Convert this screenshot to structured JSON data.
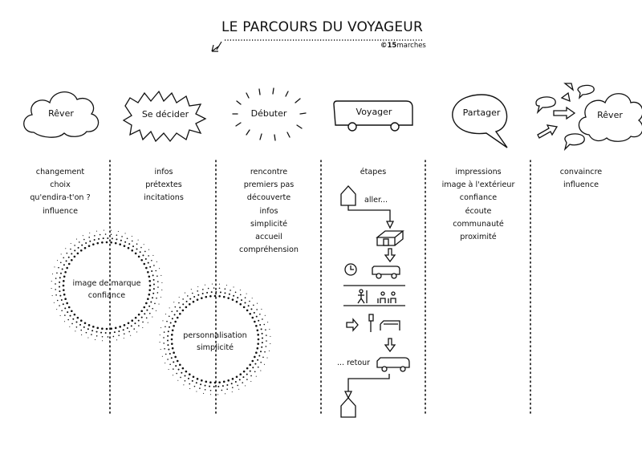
{
  "header": {
    "title": "LE PARCOURS DU VOYAGEUR",
    "credit_symbol": "©",
    "credit_bold": "15",
    "credit_light": "marches"
  },
  "stages": [
    {
      "label": "Rêver",
      "icon": "cloud-icon"
    },
    {
      "label": "Se décider",
      "icon": "burst-icon"
    },
    {
      "label": "Débuter",
      "icon": "sunburst-icon"
    },
    {
      "label": "Voyager",
      "icon": "bus-icon"
    },
    {
      "label": "Partager",
      "icon": "speech-bubble-icon"
    },
    {
      "label": "Rêver",
      "icon": "cloud-with-arrows-icon"
    }
  ],
  "columns": [
    {
      "items": [
        "changement",
        "choix",
        "qu'endira-t'on ?",
        "influence"
      ]
    },
    {
      "items": [
        "infos",
        "prétextes",
        "incitations"
      ]
    },
    {
      "items": [
        "rencontre",
        "premiers pas",
        "découverte",
        "infos",
        "simplicité",
        "accueil",
        "compréhension"
      ]
    },
    {
      "items": [
        "étapes"
      ]
    },
    {
      "items": [
        "impressions",
        "image à l'extérieur",
        "confiance",
        "écoute",
        "communauté",
        "proximité"
      ]
    },
    {
      "items": [
        "convaincre",
        "influence"
      ]
    }
  ],
  "circles": [
    {
      "line1": "image de marque",
      "line2": "confiance"
    },
    {
      "line1": "personnalisation",
      "line2": "simplicité"
    }
  ],
  "journey": {
    "aller": "aller...",
    "retour": "... retour"
  }
}
